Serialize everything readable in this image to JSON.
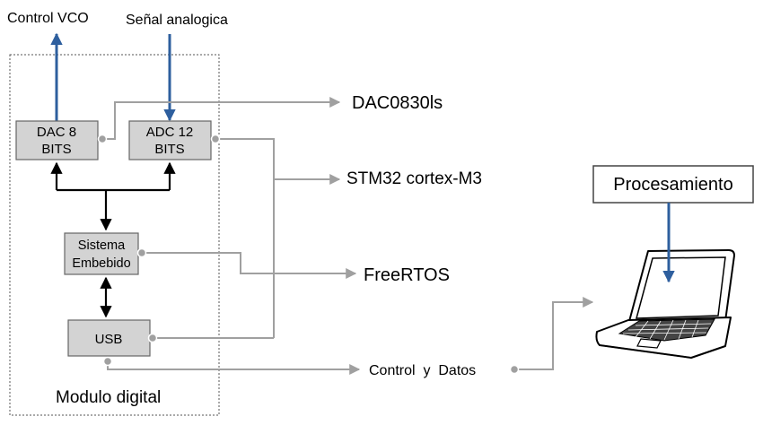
{
  "labels": {
    "vco": "Control VCO",
    "analog": "Señal analogica",
    "module": "Modulo digital"
  },
  "blocks": {
    "dac": [
      "DAC 8",
      "BITS"
    ],
    "adc": [
      "ADC 12",
      "BITS"
    ],
    "embedded": [
      "Sistema",
      "Embebido"
    ],
    "usb": "USB"
  },
  "components": {
    "dac_chip": "DAC0830ls",
    "mcu": "STM32 cortex-M3",
    "rtos": "FreeRTOS",
    "link": "Control  y  Datos"
  },
  "processing": "Procesamiento",
  "icons": [
    "laptop-icon"
  ],
  "colors": {
    "block_fill": "#d3d3d3",
    "signal_arrow": "#2e5f9e",
    "annotation_line": "#a0a0a0"
  }
}
